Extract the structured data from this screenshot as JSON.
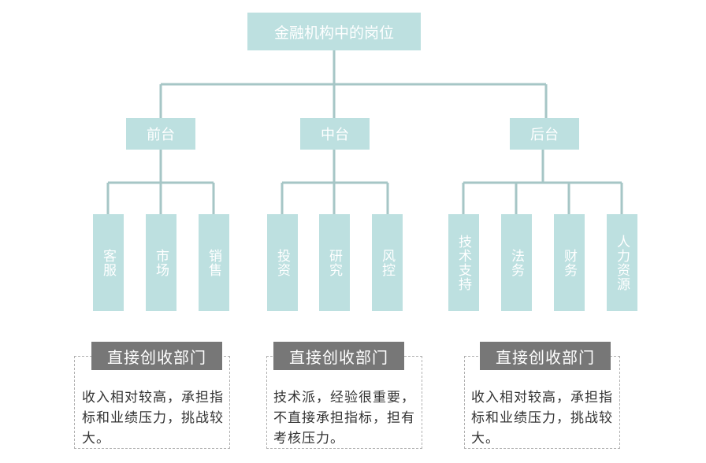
{
  "root": {
    "label": "金融机构中的岗位"
  },
  "tiers": [
    {
      "label": "前台",
      "depts": [
        "客服",
        "市场",
        "销售"
      ]
    },
    {
      "label": "中台",
      "depts": [
        "投资",
        "研究",
        "风控"
      ]
    },
    {
      "label": "后台",
      "depts": [
        "技术支持",
        "法务",
        "财务",
        "人力资源"
      ]
    }
  ],
  "notes": [
    {
      "title": "直接创收部门",
      "text": "收入相对较高，承担指标和业绩压力，挑战较大。"
    },
    {
      "title": "直接创收部门",
      "text": "技术派，经验很重要，不直接承担指标，担有考核压力。"
    },
    {
      "title": "直接创收部门",
      "text": "收入相对较高，承担指标和业绩压力，挑战较大。"
    }
  ],
  "colors": {
    "box": "#bde0e0",
    "line": "#a6c6c6",
    "note_title_bg": "#777777"
  }
}
